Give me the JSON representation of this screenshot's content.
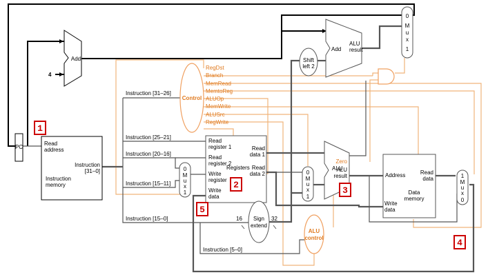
{
  "blocks": {
    "pc": "PC",
    "adder_pc": "Add",
    "constant_four": "4",
    "instr_mem_read_address": [
      "Read",
      "address"
    ],
    "instr_mem_instruction": [
      "Instruction",
      "[31–0]"
    ],
    "instr_mem_name": [
      "Instruction",
      "memory"
    ],
    "control": "Control",
    "registers": {
      "read_register_1": [
        "Read",
        "register 1"
      ],
      "read_register_2": [
        "Read",
        "register 2"
      ],
      "write_register": [
        "Write",
        "register"
      ],
      "write_data": [
        "Write",
        "data"
      ],
      "read_data_1": [
        "Read",
        "data 1"
      ],
      "read_data_2": [
        "Read",
        "data 2"
      ],
      "name": "Registers"
    },
    "sign_extend": [
      "Sign",
      "extend"
    ],
    "sign_in_width": "16",
    "sign_out_width": "32",
    "shift_left": [
      "Shift",
      "left 2"
    ],
    "branch_adder": "Add",
    "branch_adder_result": [
      "ALU",
      "result"
    ],
    "alu_main": "ALU",
    "alu_zero": "Zero",
    "alu_result": [
      "ALU",
      "result"
    ],
    "alu_control": [
      "ALU",
      "control"
    ],
    "data_memory": {
      "address": "Address",
      "read_data": [
        "Read",
        "data"
      ],
      "write_data": [
        "Write",
        "data"
      ],
      "name": [
        "Data",
        "memory"
      ]
    },
    "mux_reg_dst": [
      "0",
      "M",
      "u",
      "x",
      "1"
    ],
    "mux_alu_src": [
      "0",
      "M",
      "u",
      "x",
      "1"
    ],
    "mux_mem_to_reg": [
      "1",
      "M",
      "u",
      "x",
      "0"
    ],
    "mux_pc_src": [
      "0",
      "M",
      "u",
      "x",
      "1"
    ]
  },
  "instruction_fields": {
    "f31_26": "Instruction [31–26]",
    "f25_21": "Instruction [25–21]",
    "f20_16": "Instruction [20–16]",
    "f15_11": "Instruction [15–11]",
    "f15_0": "Instruction [15–0]",
    "f5_0": "Instruction [5–0]"
  },
  "control_signals": [
    "RegDst",
    "Branch",
    "MemRead",
    "MemtoReg",
    "ALUOp",
    "MemWrite",
    "ALUSrc",
    "RegWrite"
  ],
  "markers": [
    "1",
    "2",
    "3",
    "4",
    "5"
  ],
  "colors": {
    "control_path": "#e07a1f",
    "marker": "#cc0000",
    "datapath": "#555555"
  }
}
